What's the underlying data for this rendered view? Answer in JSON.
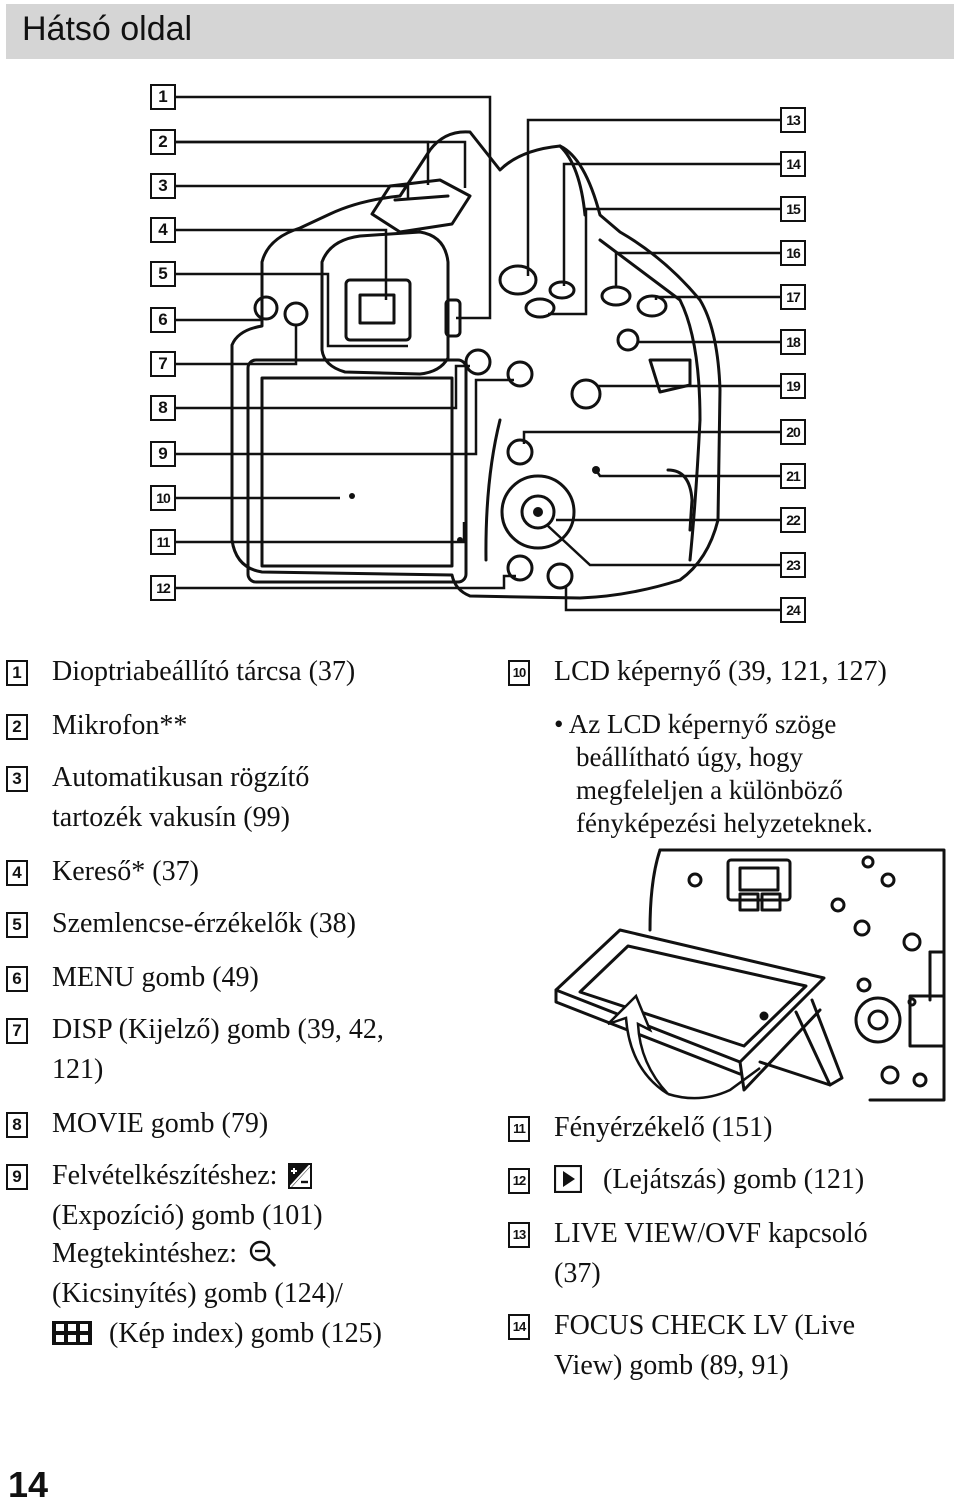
{
  "header": {
    "title": "Hátsó oldal"
  },
  "callouts_left": [
    "1",
    "2",
    "3",
    "4",
    "5",
    "6",
    "7",
    "8",
    "9",
    "10",
    "11",
    "12"
  ],
  "callouts_right": [
    "13",
    "14",
    "15",
    "16",
    "17",
    "18",
    "19",
    "20",
    "21",
    "22",
    "23",
    "24"
  ],
  "items_left": [
    {
      "num": "1",
      "lines": [
        "Dioptriabeállító tárcsa (37)"
      ]
    },
    {
      "num": "2",
      "lines": [
        "Mikrofon**"
      ]
    },
    {
      "num": "3",
      "lines": [
        "Automatikusan rögzítő",
        "tartozék vakusín (99)"
      ]
    },
    {
      "num": "4",
      "lines": [
        "Kereső* (37)"
      ]
    },
    {
      "num": "5",
      "lines": [
        "Szemlencse-érzékelők (38)"
      ]
    },
    {
      "num": "6",
      "lines": [
        "MENU gomb (49)"
      ]
    },
    {
      "num": "7",
      "lines": [
        "DISP (Kijelző) gomb (39, 42,",
        "121)"
      ]
    },
    {
      "num": "8",
      "lines": [
        "MOVIE gomb (79)"
      ]
    },
    {
      "num": "9",
      "lines": [
        "Felvételkészítéshez:",
        "(Expozíció) gomb (101)",
        "Megtekintéshez:",
        "(Kicsinyítés) gomb (124)/",
        "(Kép index) gomb (125)"
      ]
    }
  ],
  "items_right": [
    {
      "num": "10",
      "lines": [
        "LCD képernyő (39, 121, 127)"
      ]
    },
    {
      "num": "11",
      "lines": [
        "Fényérzékelő (151)"
      ]
    },
    {
      "num": "12",
      "lines": [
        "(Lejátszás) gomb (121)"
      ]
    },
    {
      "num": "13",
      "lines": [
        "LIVE VIEW/OVF kapcsoló",
        "(37)"
      ]
    },
    {
      "num": "14",
      "lines": [
        "FOCUS CHECK LV (Live",
        "View) gomb (89, 91)"
      ]
    }
  ],
  "lcd_note": [
    "Az LCD képernyő szöge",
    "beállítható úgy, hogy",
    "megfeleljen a különböző",
    "fényképezési helyzeteknek."
  ],
  "page_number": "14",
  "icons": {
    "exposure": "exposure-compensation-icon",
    "zoom_out": "zoom-out-icon",
    "index": "image-index-icon",
    "play": "playback-icon"
  }
}
